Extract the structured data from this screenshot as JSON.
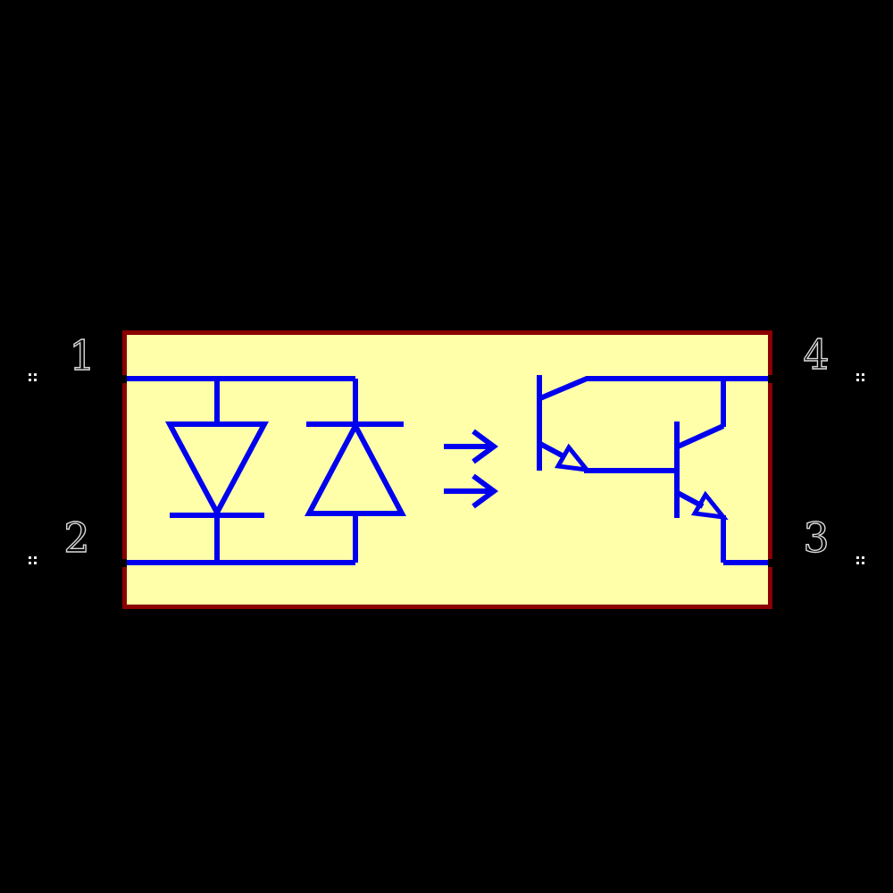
{
  "colors": {
    "background": "#000000",
    "body_fill": "#ffffaa",
    "body_border": "#8b0000",
    "wire": "#0000ee",
    "label_fill": "#000000",
    "label_outline": "#d9d9d9",
    "marker": "#efefef",
    "pin_tip": "#000000"
  },
  "pins": [
    {
      "number": "1",
      "side": "left",
      "row": "top"
    },
    {
      "number": "2",
      "side": "left",
      "row": "bottom"
    },
    {
      "number": "4",
      "side": "right",
      "row": "top"
    },
    {
      "number": "3",
      "side": "right",
      "row": "bottom"
    }
  ],
  "schematic": {
    "device": "optocoupler",
    "input_stage": "anti-parallel-led-pair",
    "coupling": "light-emission-arrows",
    "output_stage": "darlington-phototransistor"
  }
}
